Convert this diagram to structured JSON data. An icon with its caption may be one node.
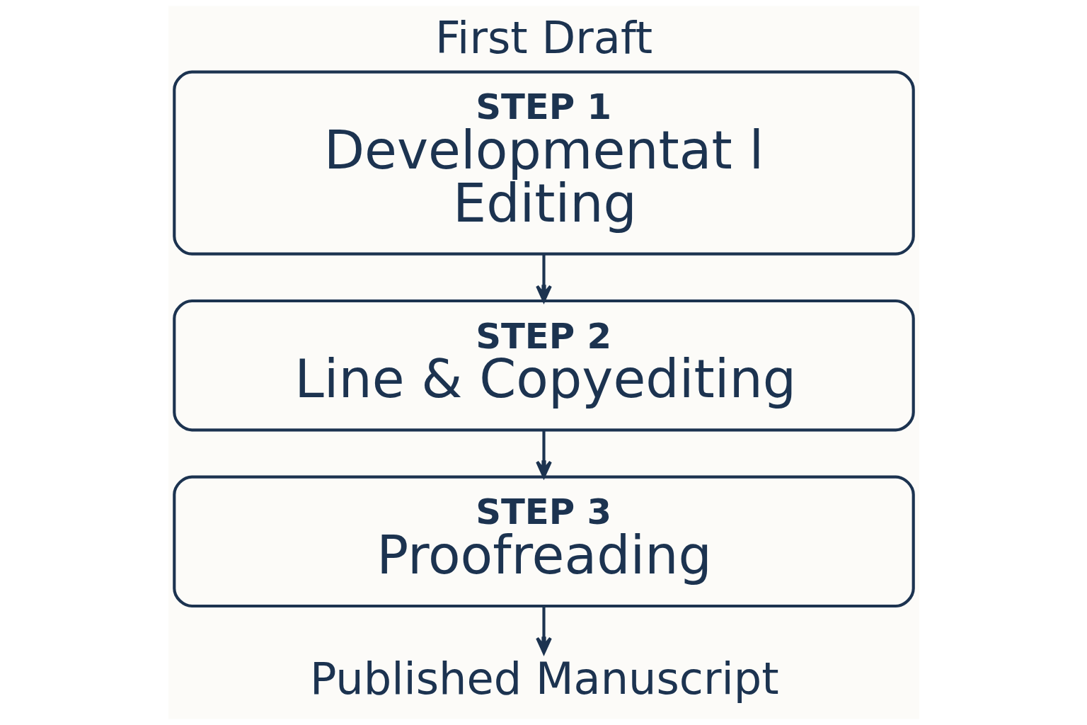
{
  "diagram": {
    "title": "First Draft",
    "nodes": [
      {
        "text": [
          "STEP 1",
          "Developmentat l Editing"
        ]
      },
      {
        "text": [
          "STEP 2",
          "Line & Copyediting"
        ]
      },
      {
        "text": [
          "STEP 3",
          "Proofreading"
        ]
      },
      {
        "text": [
          "Published Manuscript"
        ]
      }
    ],
    "edges": [
      {
        "from": 0,
        "to": 1,
        "arrow": "to"
      },
      {
        "from": 1,
        "to": 2,
        "arrow": "to"
      },
      {
        "from": 2,
        "to": 3,
        "arrow": "to"
      }
    ]
  }
}
